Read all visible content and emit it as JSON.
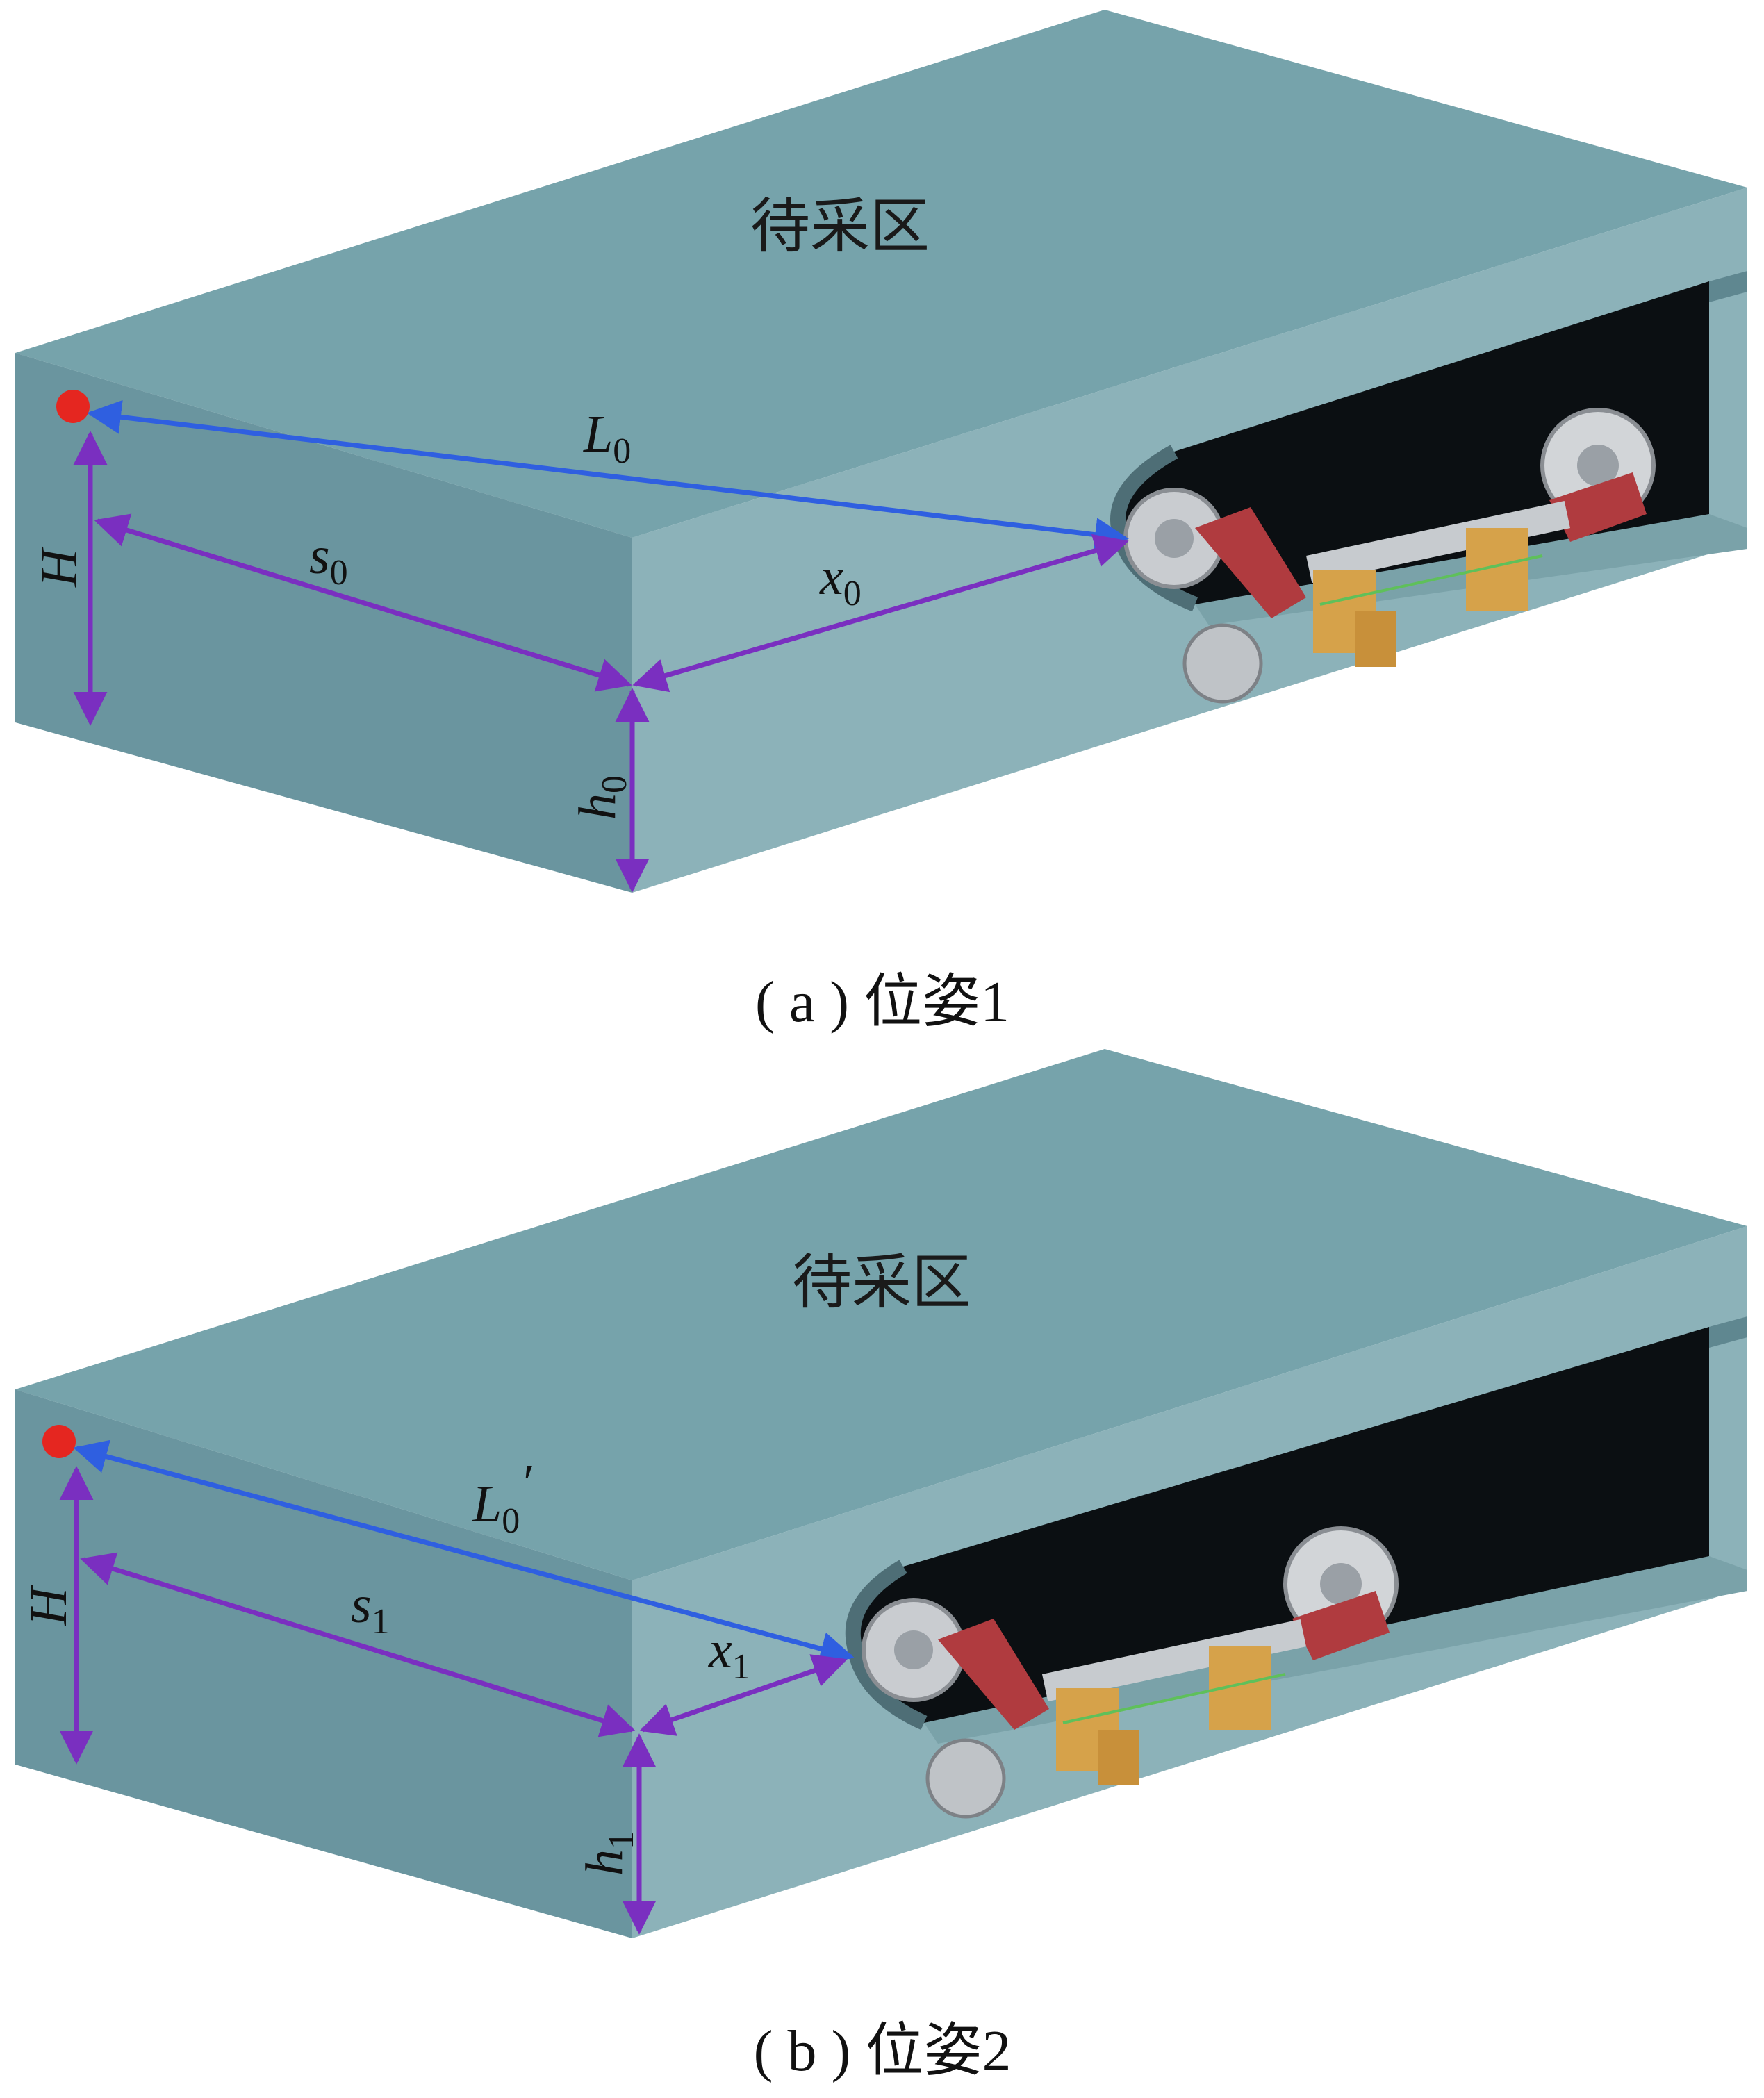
{
  "panels": [
    {
      "id": "a",
      "zone_label": "待采区",
      "caption": "( a ) 位姿1",
      "dims": {
        "L": {
          "main": "L",
          "sub": "0",
          "prime": ""
        },
        "H": {
          "main": "H"
        },
        "s": {
          "main": "s",
          "sub": "0"
        },
        "x": {
          "main": "x",
          "sub": "0"
        },
        "h": {
          "main": "h",
          "sub": "0"
        }
      }
    },
    {
      "id": "b",
      "zone_label": "待采区",
      "caption": "( b ) 位姿2",
      "dims": {
        "L": {
          "main": "L",
          "sub": "0",
          "prime": "′"
        },
        "H": {
          "main": "H"
        },
        "s": {
          "main": "s",
          "sub": "1"
        },
        "x": {
          "main": "x",
          "sub": "1"
        },
        "h": {
          "main": "h",
          "sub": "1"
        }
      }
    }
  ],
  "colors": {
    "block_top": "#76a3ab",
    "block_side": "#6b96a0",
    "block_front": "#8fb5bc",
    "goaf": "#0b0f12",
    "arrow_blue": "#2f5fe0",
    "arrow_purple": "#7a2fc0",
    "point_red": "#e52620",
    "machine_gold": "#d6a24a",
    "machine_red": "#b03b3f",
    "machine_grey": "#c9ccd0"
  }
}
